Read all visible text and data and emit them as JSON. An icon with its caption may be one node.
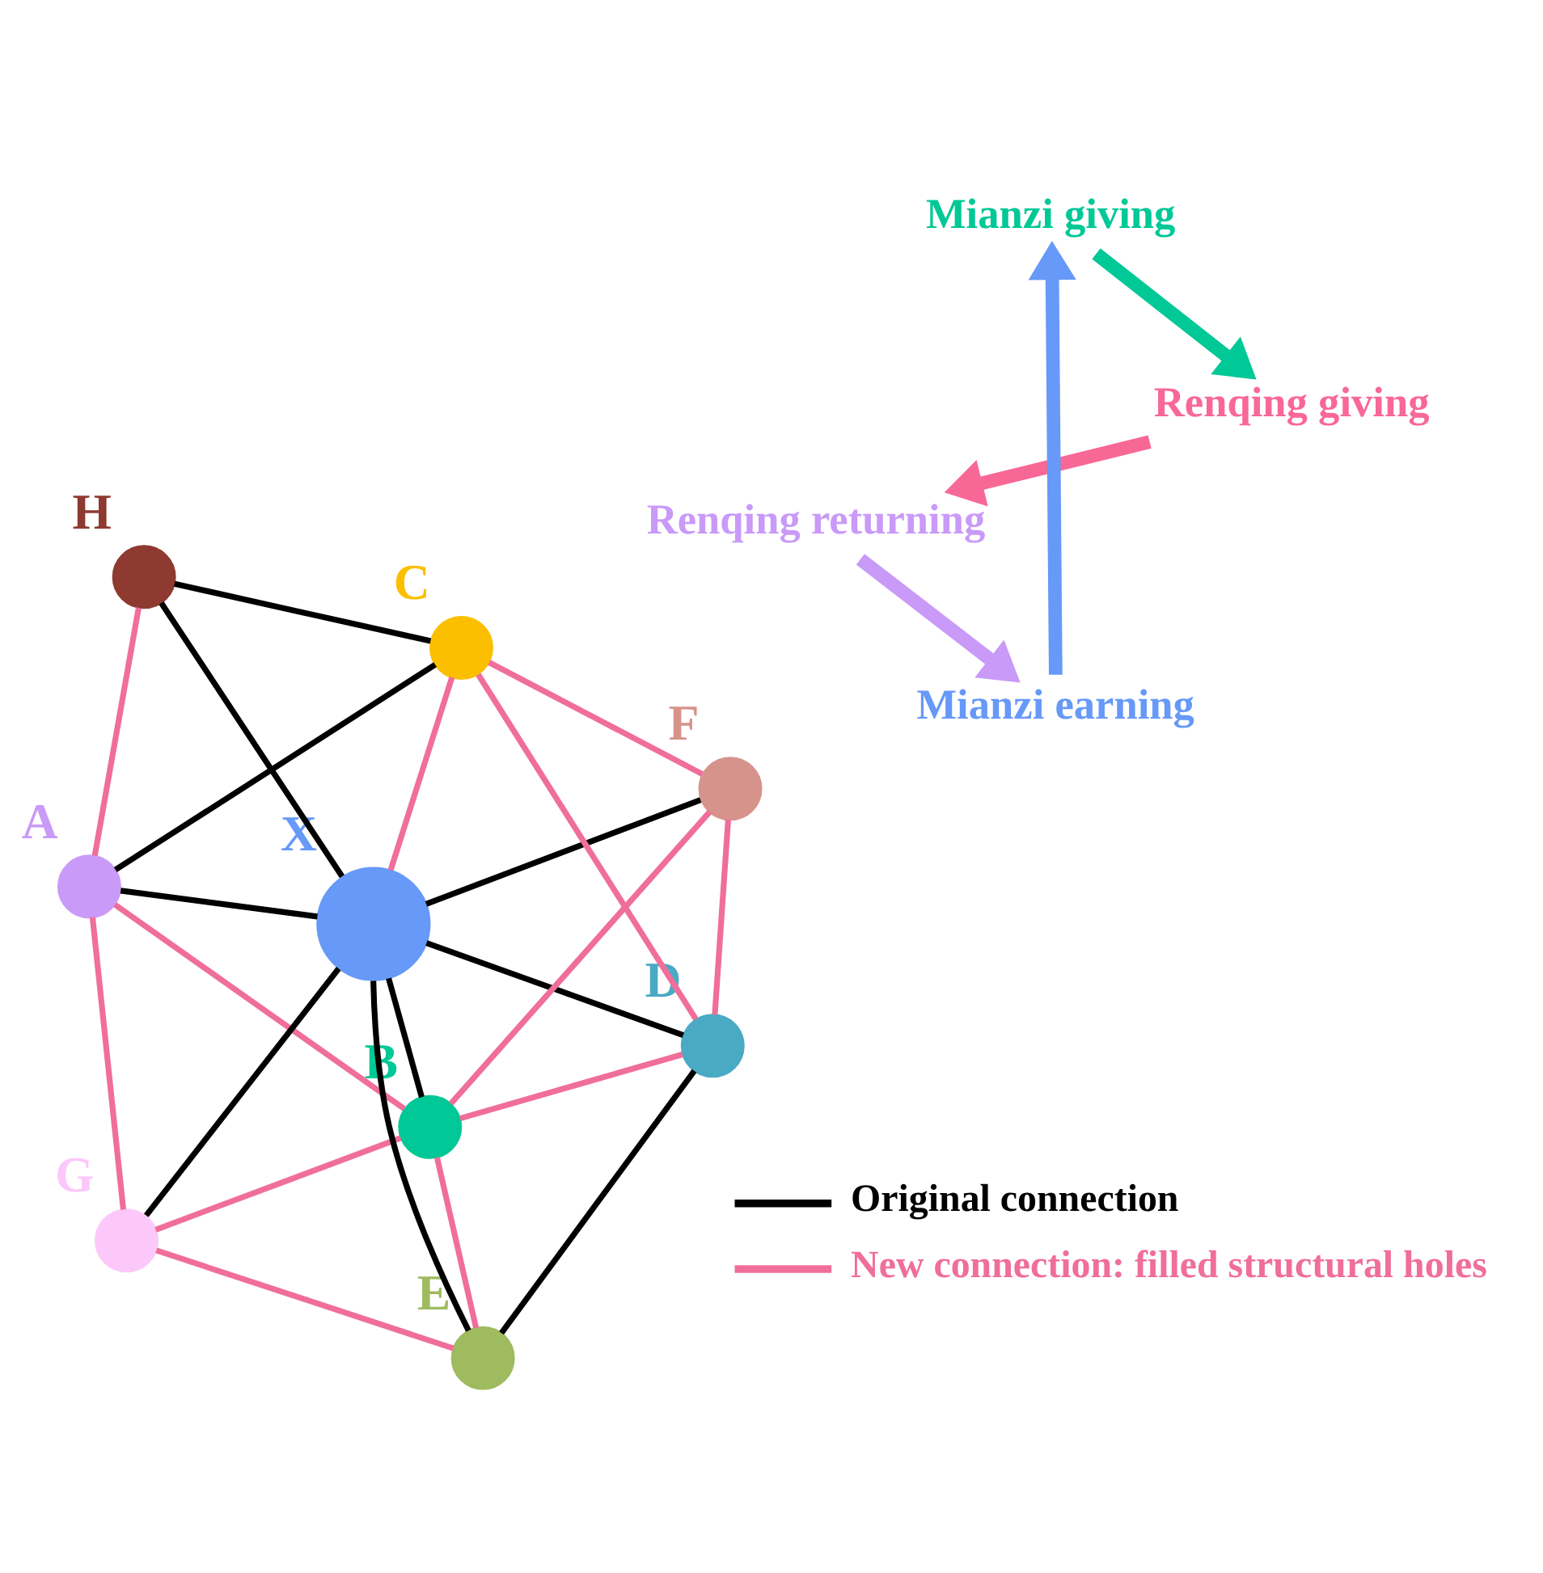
{
  "diagram": {
    "nodes": [
      {
        "text": [
          "Renqing returning"
        ]
      },
      {
        "text": [
          "Renqing giving"
        ]
      },
      {
        "text": [
          "A"
        ]
      },
      {
        "text": [
          "H"
        ]
      },
      {
        "text": [
          "G"
        ]
      },
      {
        "text": [
          "X"
        ]
      },
      {
        "text": [
          "C"
        ]
      },
      {
        "text": [
          "B"
        ]
      },
      {
        "text": [
          "F"
        ]
      },
      {
        "text": [
          "E"
        ]
      },
      {
        "text": [
          "D"
        ]
      },
      {
        "text": [
          "Mianzi earning"
        ]
      },
      {
        "text": [
          "Mianzi giving"
        ]
      }
    ],
    "edges": [
      {
        "from": 5,
        "to": 2,
        "arrow": "none",
        "color": "#000000"
      },
      {
        "from": 5,
        "to": 4,
        "arrow": "none",
        "color": "#000000"
      },
      {
        "from": 5,
        "to": 7,
        "arrow": "none",
        "color": "#000000"
      },
      {
        "from": 5,
        "to": 9,
        "arrow": "none",
        "color": "#000000"
      },
      {
        "from": 5,
        "to": 10,
        "arrow": "none",
        "color": "#000000"
      },
      {
        "from": 5,
        "to": 8,
        "arrow": "none",
        "color": "#000000"
      },
      {
        "from": 5,
        "to": 3,
        "arrow": "none",
        "color": "#000000"
      },
      {
        "from": 3,
        "to": 6,
        "arrow": "none",
        "color": "#000000"
      },
      {
        "from": 6,
        "to": 2,
        "arrow": "none",
        "color": "#000000"
      },
      {
        "from": 10,
        "to": 9,
        "arrow": "none",
        "color": "#000000"
      },
      {
        "from": 2,
        "to": 3,
        "arrow": "none",
        "color": "#f06e9a"
      },
      {
        "from": 2,
        "to": 4,
        "arrow": "none",
        "color": "#f06e9a"
      },
      {
        "from": 2,
        "to": 7,
        "arrow": "none",
        "color": "#f06e9a"
      },
      {
        "from": 4,
        "to": 7,
        "arrow": "none",
        "color": "#f06e9a"
      },
      {
        "from": 4,
        "to": 9,
        "arrow": "none",
        "color": "#f06e9a"
      },
      {
        "from": 9,
        "to": 7,
        "arrow": "none",
        "color": "#f06e9a"
      },
      {
        "from": 10,
        "to": 7,
        "arrow": "none",
        "color": "#f06e9a"
      },
      {
        "from": 8,
        "to": 7,
        "arrow": "none",
        "color": "#f06e9a"
      },
      {
        "from": 6,
        "to": 5,
        "arrow": "none",
        "color": "#f06e9a"
      },
      {
        "from": 6,
        "to": 8,
        "arrow": "none",
        "color": "#f06e9a"
      },
      {
        "from": 6,
        "to": 10,
        "arrow": "none",
        "color": "#f06e9a"
      },
      {
        "from": 8,
        "to": 10,
        "arrow": "none",
        "color": "#f06e9a"
      },
      {
        "from": 0,
        "to": 11,
        "arrow": "to",
        "style": "thick",
        "color": "#c99af8"
      },
      {
        "from": 11,
        "to": 12,
        "arrow": "to",
        "style": "thick",
        "color": "#6699f8"
      },
      {
        "from": 12,
        "to": 1,
        "arrow": "to",
        "style": "thick",
        "color": "#00c896"
      },
      {
        "from": 1,
        "to": 0,
        "arrow": "to",
        "style": "thick",
        "color": "#f86896"
      }
    ],
    "legend": [
      {
        "text": "Original connection"
      },
      {
        "text": "New connection: filled structural holes"
      }
    ]
  }
}
